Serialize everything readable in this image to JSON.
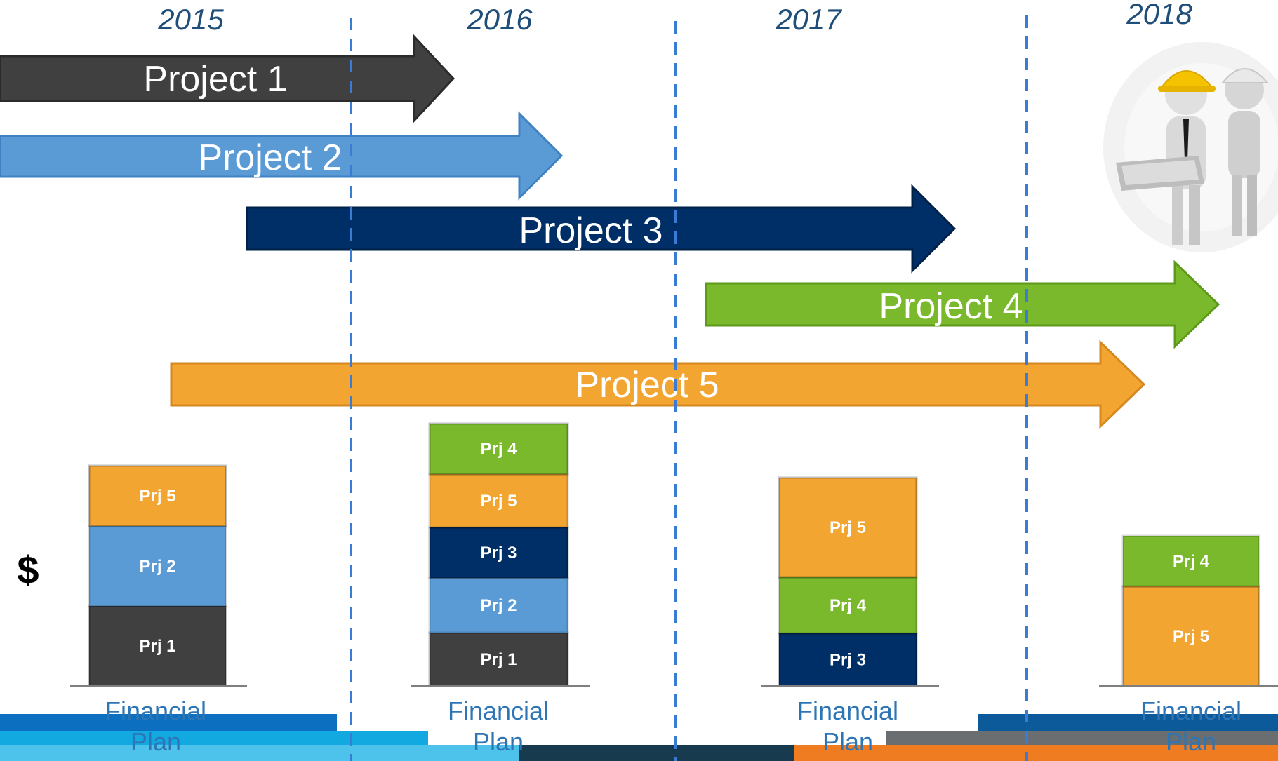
{
  "years": [
    "2015",
    "2016",
    "2017",
    "2018"
  ],
  "projects": [
    {
      "label": "Project 1",
      "color": "#404040"
    },
    {
      "label": "Project 2",
      "color": "#5b9bd5"
    },
    {
      "label": "Project 3",
      "color": "#002f67"
    },
    {
      "label": "Project 4",
      "color": "#7ab92c"
    },
    {
      "label": "Project 5",
      "color": "#f2a530"
    }
  ],
  "axis_label": "$",
  "financial_plans": [
    {
      "label_line1": "Financial",
      "label_line2": "Plan",
      "segments": [
        {
          "label": "Prj 1",
          "color": "#404040"
        },
        {
          "label": "Prj 2",
          "color": "#5b9bd5"
        },
        {
          "label": "Prj 5",
          "color": "#f2a530"
        }
      ]
    },
    {
      "label_line1": "Financial",
      "label_line2": "Plan",
      "segments": [
        {
          "label": "Prj 1",
          "color": "#404040"
        },
        {
          "label": "Prj 2",
          "color": "#5b9bd5"
        },
        {
          "label": "Prj 3",
          "color": "#002f67"
        },
        {
          "label": "Prj 5",
          "color": "#f2a530"
        },
        {
          "label": "Prj 4",
          "color": "#7ab92c"
        }
      ]
    },
    {
      "label_line1": "Financial",
      "label_line2": "Plan",
      "segments": [
        {
          "label": "Prj 3",
          "color": "#002f67"
        },
        {
          "label": "Prj 4",
          "color": "#7ab92c"
        },
        {
          "label": "Prj 5",
          "color": "#f2a530"
        }
      ]
    },
    {
      "label_line1": "Financial",
      "label_line2": "Plan",
      "segments": [
        {
          "label": "Prj 5",
          "color": "#f2a530"
        },
        {
          "label": "Prj 4",
          "color": "#7ab92c"
        }
      ]
    }
  ],
  "divider_color": "#3a7bd5",
  "illustration_icon": "engineers-with-blueprint-icon"
}
